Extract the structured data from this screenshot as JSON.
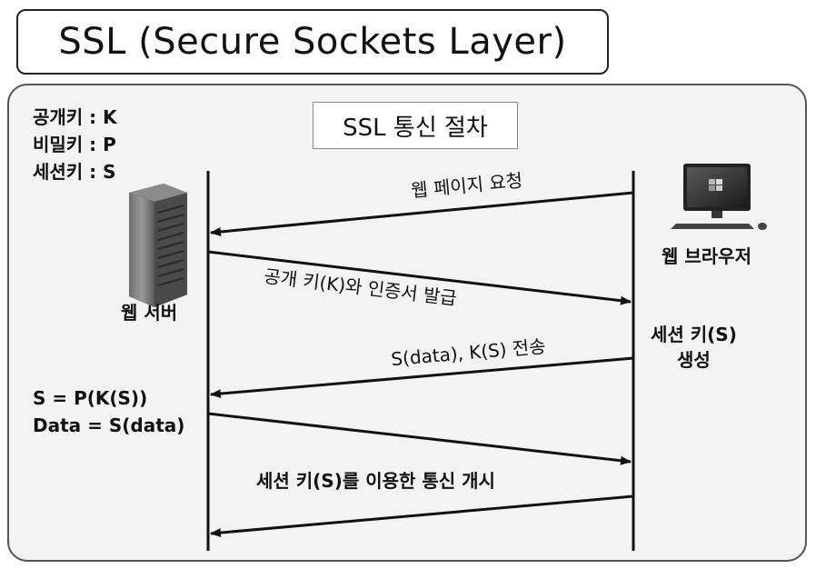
{
  "title": "SSL (Secure Sockets Layer)",
  "subtitle": "SSL 통신 절차",
  "keys": [
    "공개키 : K",
    "비밀키 : P",
    "세션키 : S"
  ],
  "server": {
    "icon": "server-icon",
    "label": "웹 서버"
  },
  "client": {
    "icon": "desktop-computer-icon",
    "label": "웹 브라우저"
  },
  "messages": [
    {
      "text": "웹 페이지 요청",
      "direction": "client-to-server"
    },
    {
      "text": "공개 키(K)와 인증서 발급",
      "direction": "server-to-client"
    },
    {
      "text": "S(data), K(S) 전송",
      "direction": "client-to-server"
    },
    {
      "text": "",
      "direction": "server-to-client"
    },
    {
      "text": "세션 키(S)를 이용한 통신 개시",
      "direction": "client-to-server"
    }
  ],
  "client_note": [
    "세션 키(S)",
    "생성"
  ],
  "server_note": [
    "S = P(K(S))",
    "Data = S(data)"
  ]
}
